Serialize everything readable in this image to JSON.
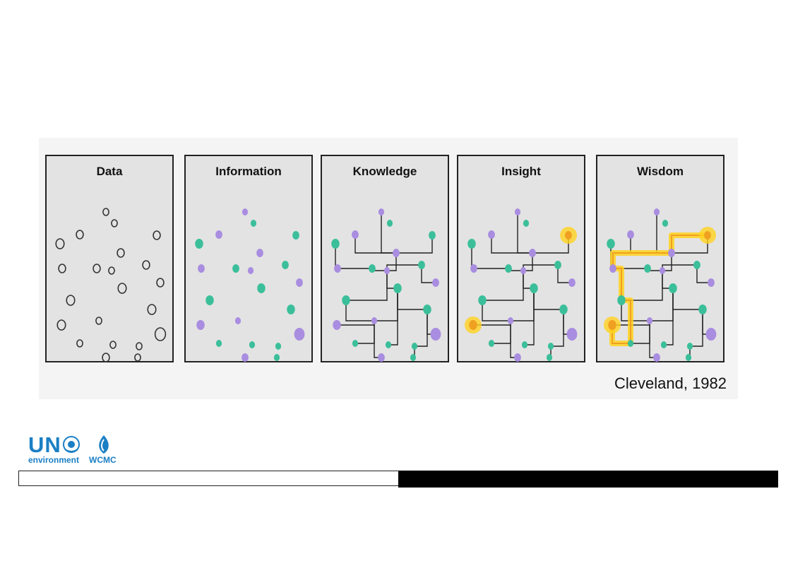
{
  "panels": [
    {
      "title": "Data"
    },
    {
      "title": "Information"
    },
    {
      "title": "Knowledge"
    },
    {
      "title": "Insight"
    },
    {
      "title": "Wisdom"
    }
  ],
  "citation": "Cleveland, 1982",
  "logo": {
    "un": "UN",
    "environment": "environment",
    "wcmc": "WCMC"
  },
  "colors": {
    "panel_bg": "#e3e3e3",
    "teal": "#3bbf9a",
    "purple": "#a98de0",
    "highlight": "#ffd21f",
    "highlight_node": "#f0a020",
    "brand_blue": "#1a7fc4"
  }
}
